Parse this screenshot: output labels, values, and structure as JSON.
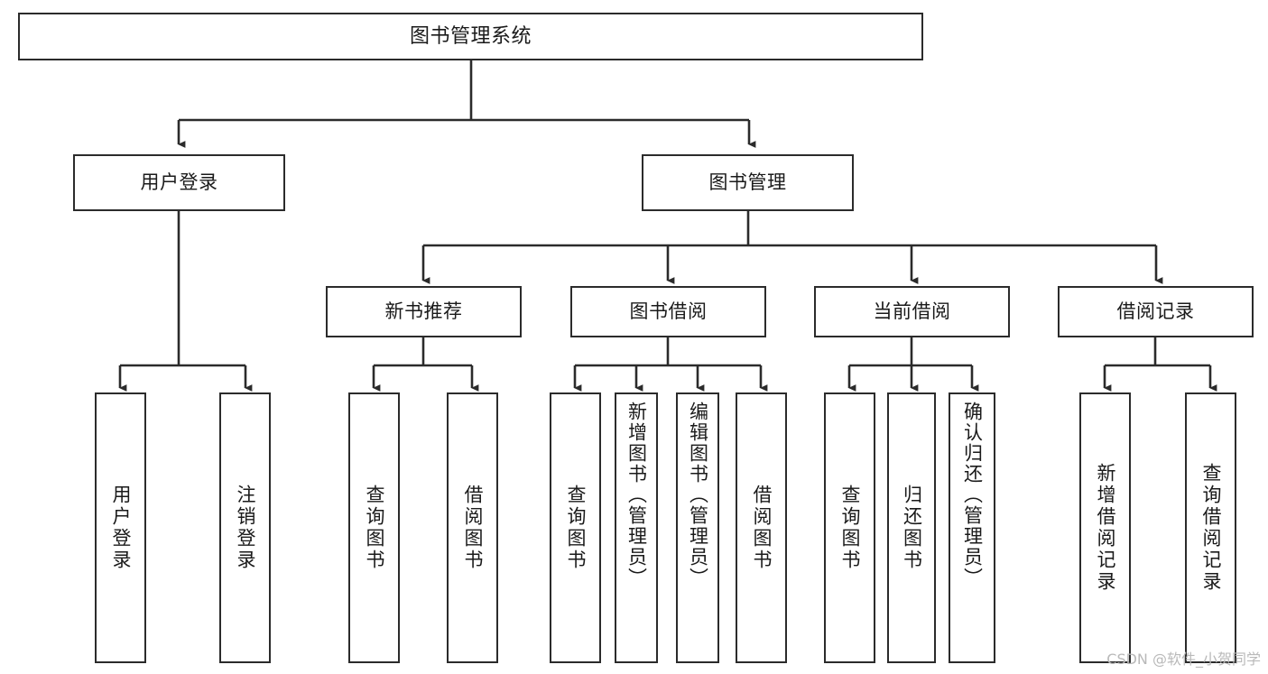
{
  "diagram": {
    "type": "tree",
    "title": "图书管理系统",
    "root": {
      "label": "图书管理系统"
    },
    "level2": [
      {
        "label": "用户登录"
      },
      {
        "label": "图书管理"
      }
    ],
    "level3": [
      {
        "label": "新书推荐"
      },
      {
        "label": "图书借阅"
      },
      {
        "label": "当前借阅"
      },
      {
        "label": "借阅记录"
      }
    ],
    "leaves": {
      "user_login": [
        {
          "label": "用户登录"
        },
        {
          "label": "注销登录"
        }
      ],
      "new_book_recommend": [
        {
          "label": "查询图书"
        },
        {
          "label": "借阅图书"
        }
      ],
      "book_borrow": [
        {
          "label": "查询图书"
        },
        {
          "label": "新增图书（管理员）"
        },
        {
          "label": "编辑图书（管理员）"
        },
        {
          "label": "借阅图书"
        }
      ],
      "current_borrow": [
        {
          "label": "查询图书"
        },
        {
          "label": "归还图书"
        },
        {
          "label": "确认归还（管理员）"
        }
      ],
      "borrow_record": [
        {
          "label": "新增借阅记录"
        },
        {
          "label": "查询借阅记录"
        }
      ]
    }
  },
  "watermark": {
    "text": "CSDN @软件_小贺同学"
  },
  "colors": {
    "border": "#2b2b2b",
    "text": "#1a1a1a",
    "background": "#ffffff",
    "watermark": "#b9b9b9"
  }
}
